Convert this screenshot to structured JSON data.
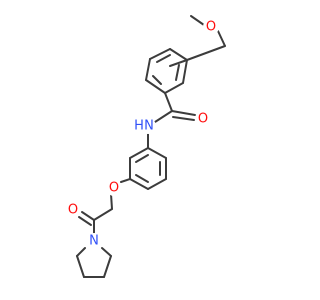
{
  "molecule": {
    "atoms": [
      {
        "symbol": "O",
        "color": "#ff0d0d"
      },
      {
        "symbol": "O",
        "color": "#ff0d0d"
      },
      {
        "symbol": "H",
        "color": "#3050f8"
      },
      {
        "symbol": "N",
        "color": "#3050f8"
      },
      {
        "symbol": "O",
        "color": "#ff0d0d"
      },
      {
        "symbol": "O",
        "color": "#ff0d0d"
      },
      {
        "symbol": "N",
        "color": "#3050f8"
      }
    ],
    "bond_color": "#3c3c3c",
    "background": "#ffffff"
  }
}
